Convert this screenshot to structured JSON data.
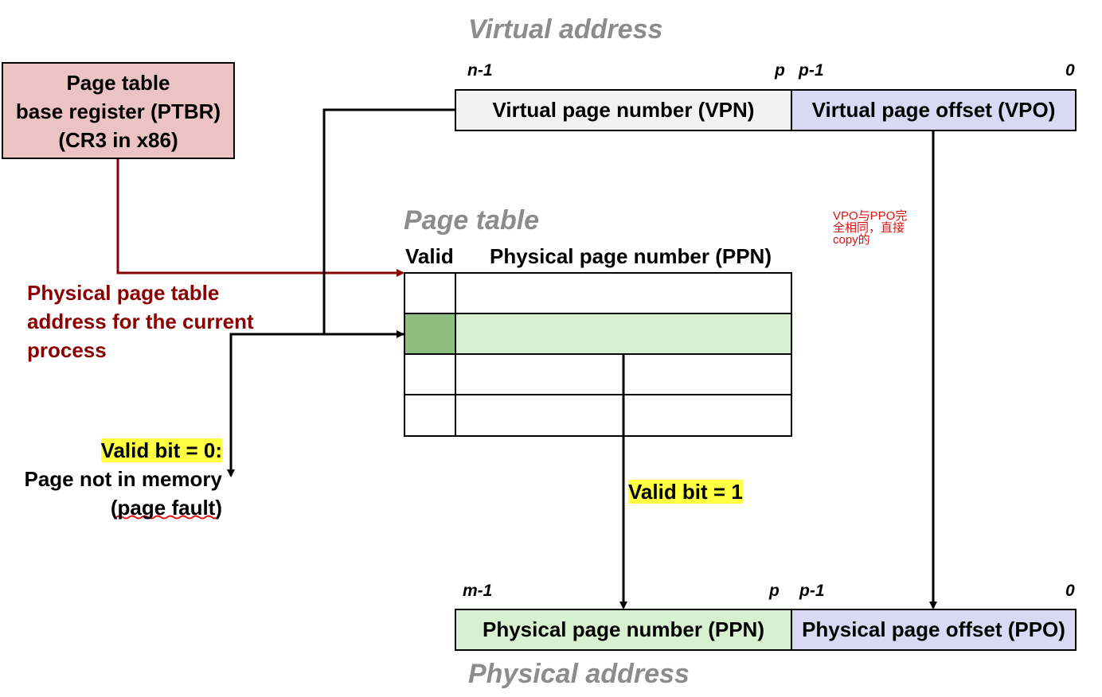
{
  "ptbr": {
    "line1": "Page table",
    "line2": "base register (PTBR)",
    "line3": "(CR3 in x86)"
  },
  "physical_table_address": {
    "line1": "Physical page table",
    "line2": "address for the current",
    "line3": "process"
  },
  "virtual_address": {
    "title": "Virtual address",
    "bits": {
      "high": "n-1",
      "p": "p",
      "p_minus_1": "p-1",
      "zero": "0"
    },
    "vpn_label": "Virtual page number (VPN)",
    "vpo_label": "Virtual page offset (VPO)"
  },
  "page_table": {
    "title": "Page table",
    "col_valid": "Valid",
    "col_ppn": "Physical page number (PPN)",
    "rows": [
      {
        "highlighted": false
      },
      {
        "highlighted": true
      },
      {
        "highlighted": false
      },
      {
        "highlighted": false
      }
    ]
  },
  "note": {
    "line1": "VPO与PPO完",
    "line2": "全相同，直接",
    "line3": "copy的"
  },
  "valid0": {
    "label": "Valid bit = 0:",
    "line2": "Page not in memory",
    "line3": "(page fault)"
  },
  "valid1": {
    "label": "Valid bit = 1"
  },
  "physical_address": {
    "title": "Physical address",
    "bits": {
      "high": "m-1",
      "p": "p",
      "p_minus_1": "p-1",
      "zero": "0"
    },
    "ppn_label": "Physical page number (PPN)",
    "ppo_label": "Physical page offset (PPO)"
  },
  "colors": {
    "ptbr_fill": "#ecc3c3",
    "dark_red": "#8b0000",
    "vpn_fill": "#f2f2f2",
    "offset_fill": "#d9d9f3",
    "ppn_fill": "#d6f0d0",
    "valid_cell_fill": "#8fbf80",
    "highlight": "#ffff44",
    "note_red": "#e01010",
    "title_gray": "#8c8c8c"
  }
}
